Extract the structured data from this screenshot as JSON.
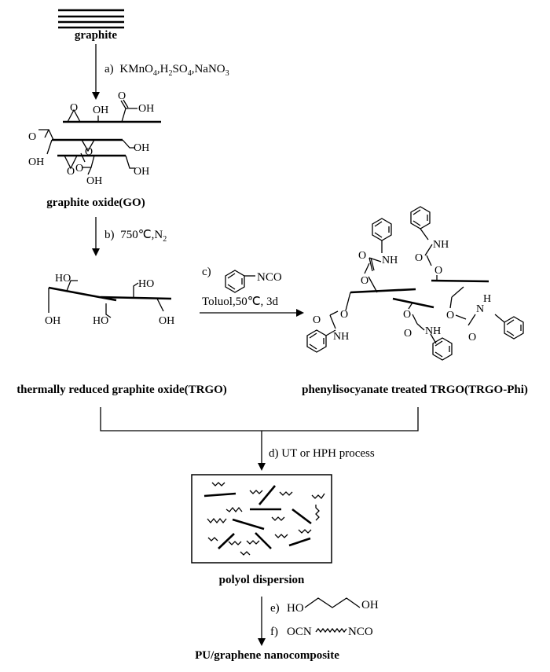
{
  "labels": {
    "graphite": "graphite",
    "graphite_oxide": "graphite oxide(GO)",
    "trgo": "thermally reduced graphite oxide(TRGO)",
    "trgo_phi": "phenylisocyanate treated TRGO(TRGO-Phi)",
    "polyol_dispersion": "polyol dispersion",
    "nanocomposite": "PU/graphene nanocomposite"
  },
  "steps": {
    "a": {
      "prefix": "a)",
      "reagents": [
        "KMnO",
        "4",
        ",H",
        "2",
        "SO",
        "4",
        ",NaNO",
        "3"
      ]
    },
    "b": {
      "prefix": "b)",
      "text": "750℃,N",
      "sub": "2"
    },
    "c": {
      "prefix": "c)",
      "group": "NCO",
      "conditions": "Toluol,50℃, 3d"
    },
    "d": {
      "text": "d) UT or HPH process"
    },
    "e": {
      "prefix": "e)",
      "left": "HO",
      "right": "OH"
    },
    "f": {
      "prefix": "f)",
      "left": "OCN",
      "right": "NCO"
    }
  },
  "atoms": {
    "O": "O",
    "OH": "OH",
    "HO": "HO",
    "NH": "NH",
    "H": "H",
    "N": "N"
  }
}
